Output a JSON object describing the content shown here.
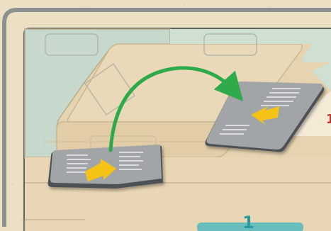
{
  "board": {
    "marker_red": "1",
    "marker_teal": "1"
  },
  "colors": {
    "table_sand": "#ece0c4",
    "frame_grey": "#8d9091",
    "frame_inner": "#5e6162",
    "teal_zone": "#c6d9cc",
    "sand_zone": "#e6d3b0",
    "cream_band": "#f4ead6",
    "card_grey": "#9a9da0",
    "card_dark": "#4e5154",
    "arrow_green": "#2eaa4a",
    "arrow_yellow": "#f5c218",
    "marker_red": "#c4312f",
    "marker_teal": "#2b9aa0"
  },
  "icons": [
    "move-arrow-icon",
    "card-yellow-arrow-icon"
  ],
  "cards": [
    {
      "id": "card-origin",
      "facing": "right"
    },
    {
      "id": "card-destination",
      "facing": "left"
    }
  ]
}
